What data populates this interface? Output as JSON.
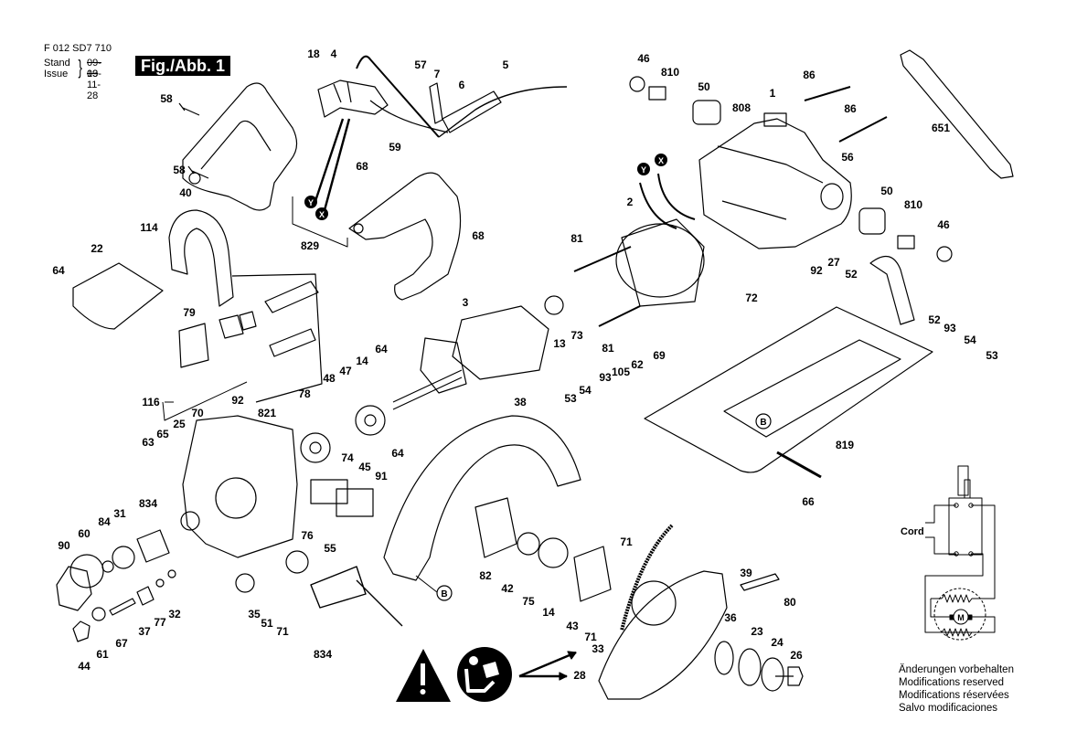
{
  "header": {
    "doc_number": "F 012 SD7 710",
    "stand_label": "Stand",
    "issue_label": "Issue",
    "stand_value_struck": "09-03",
    "issue_value": "19-11-28",
    "figure_badge": "Fig./Abb. 1"
  },
  "connectors": {
    "x": "X",
    "y": "Y",
    "b": "B"
  },
  "wiring": {
    "cord_label": "Cord",
    "motor_label": "M"
  },
  "footer": {
    "lines": [
      "Änderungen vorbehalten",
      "Modifications reserved",
      "Modifications réservées",
      "Salvo modificaciones"
    ]
  },
  "icons": [
    "warning-triangle-icon",
    "read-manual-icon"
  ],
  "part_labels": [
    "18",
    "4",
    "57",
    "7",
    "5",
    "6",
    "59",
    "58",
    "58",
    "40",
    "68",
    "829",
    "114",
    "22",
    "64",
    "79",
    "68",
    "116",
    "3",
    "13",
    "73",
    "81",
    "81",
    "2",
    "46",
    "810",
    "50",
    "808",
    "1",
    "86",
    "86",
    "651",
    "56",
    "50",
    "810",
    "46",
    "92",
    "27",
    "52",
    "52",
    "93",
    "54",
    "53",
    "72",
    "69",
    "62",
    "105",
    "93",
    "54",
    "53",
    "819",
    "66",
    "64",
    "48",
    "47",
    "14",
    "64",
    "78",
    "38",
    "92",
    "821",
    "70",
    "25",
    "65",
    "63",
    "74",
    "45",
    "91",
    "834",
    "31",
    "84",
    "60",
    "90",
    "76",
    "55",
    "35",
    "51",
    "71",
    "834",
    "37",
    "77",
    "32",
    "67",
    "61",
    "44",
    "82",
    "42",
    "75",
    "14",
    "71",
    "43",
    "71",
    "33",
    "28",
    "39",
    "80",
    "36",
    "23",
    "24",
    "26"
  ]
}
